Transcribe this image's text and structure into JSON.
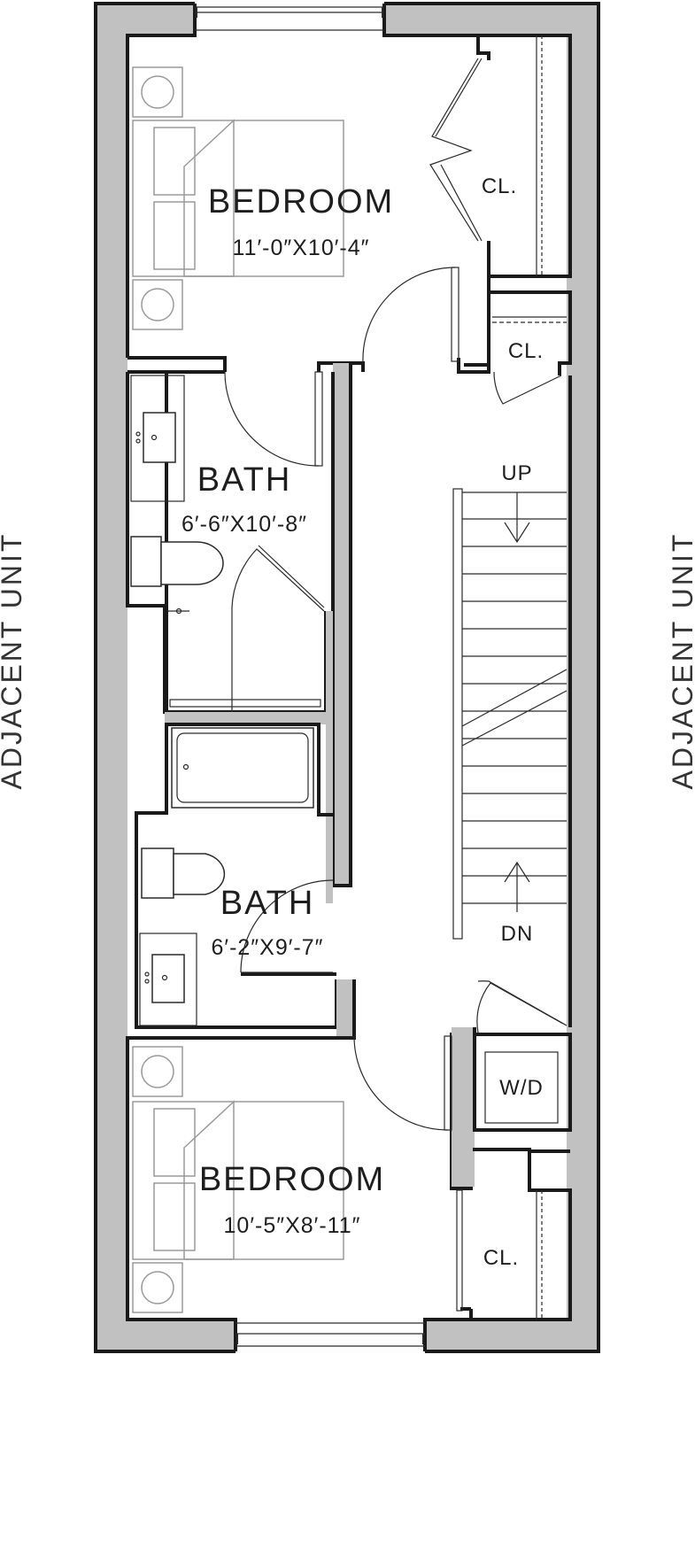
{
  "rooms": {
    "bedroom_top": {
      "name": "BEDROOM",
      "dims": "11′-0″X10′-4″"
    },
    "bath_top": {
      "name": "BATH",
      "dims": "6′-6″X10′-8″"
    },
    "bath_bottom": {
      "name": "BATH",
      "dims": "6′-2″X9′-7″"
    },
    "bedroom_bottom": {
      "name": "BEDROOM",
      "dims": "10′-5″X8′-11″"
    }
  },
  "closets": {
    "top": "CL.",
    "middle": "CL.",
    "bottom": "CL."
  },
  "laundry": "W/D",
  "stairs": {
    "up": "UP",
    "down": "DN"
  },
  "neighbors": {
    "left": "ADJACENT UNIT",
    "right": "ADJACENT UNIT"
  }
}
